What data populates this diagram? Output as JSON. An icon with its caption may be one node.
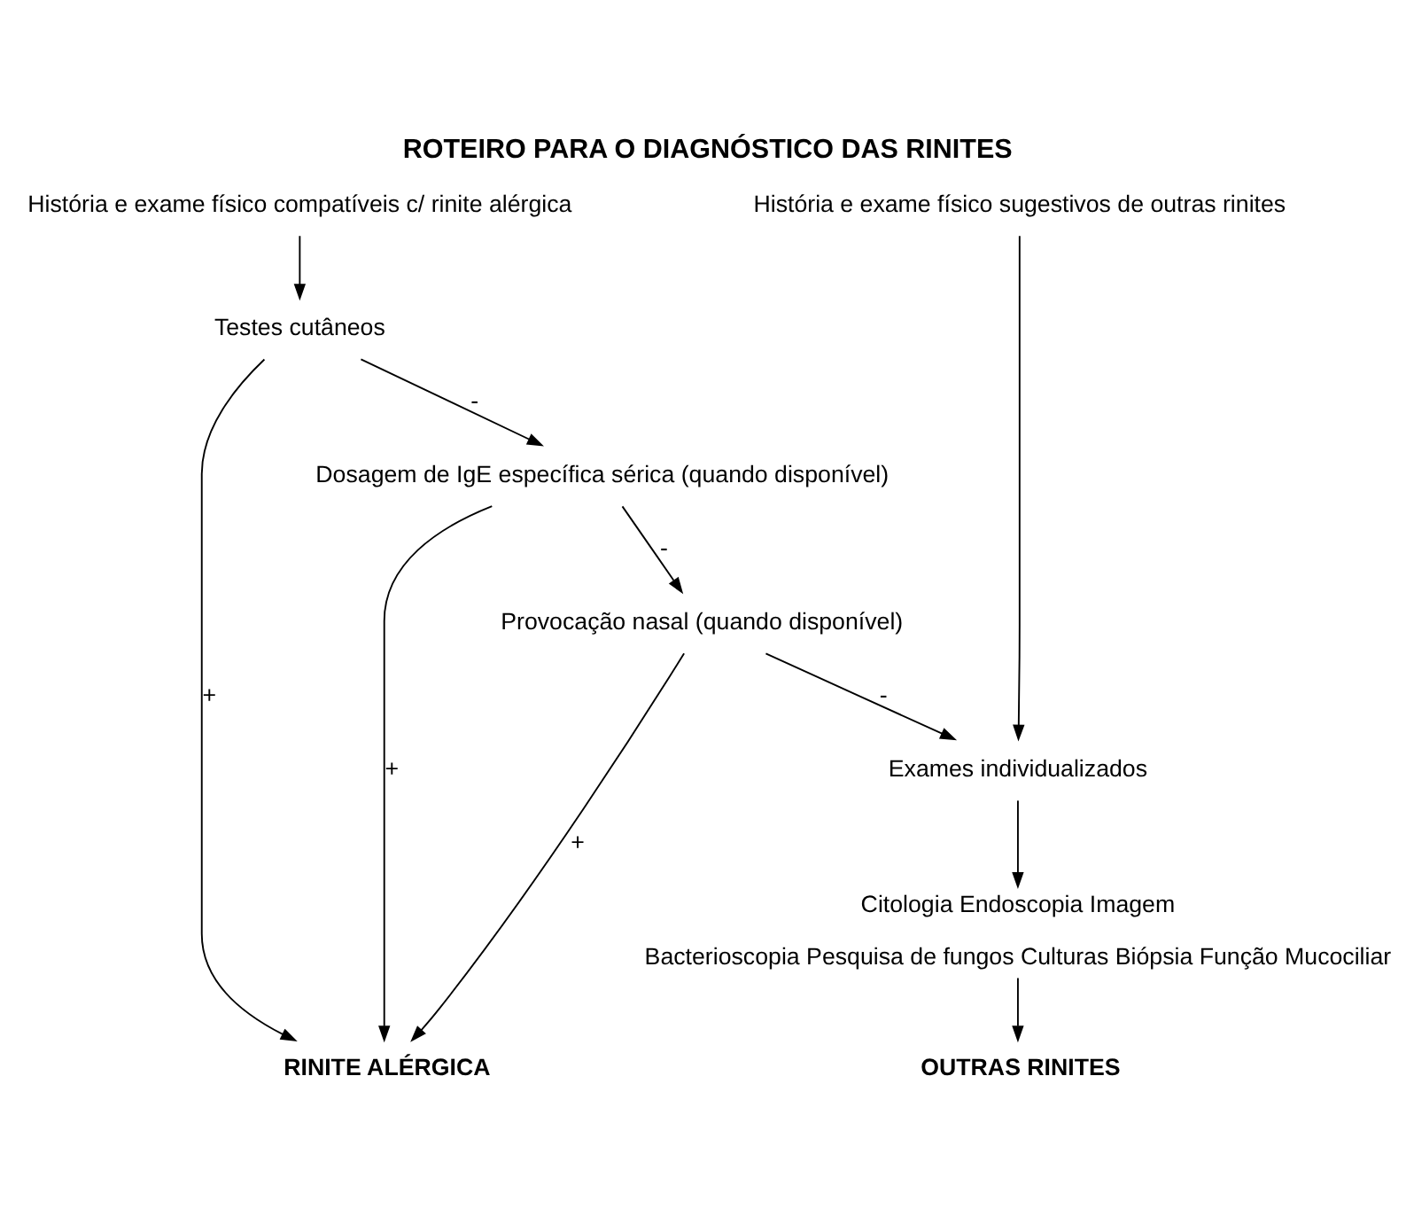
{
  "diagram": {
    "title": "ROTEIRO PARA O DIAGNÓSTICO DAS RINITES",
    "nodes": [
      {
        "text": [
          "História e exame físico compatíveis c/ rinite alérgica"
        ]
      },
      {
        "text": [
          "Testes cutâneos"
        ]
      },
      {
        "text": [
          "Dosagem de IgE específica sérica (quando disponível)"
        ]
      },
      {
        "text": [
          "Provocação nasal (quando disponível)"
        ]
      },
      {
        "text": [
          "RINITE ALÉRGICA"
        ]
      },
      {
        "text": [
          "História e exame físico sugestivos de outras rinites"
        ]
      },
      {
        "text": [
          "Exames individualizados"
        ]
      },
      {
        "text": [
          "Citologia Endoscopia Imagem",
          "Bacterioscopia Pesquisa de fungos Culturas Biópsia Função Mucociliar"
        ]
      },
      {
        "text": [
          "OUTRAS RINITES"
        ]
      }
    ],
    "edges": [
      {
        "from": 0,
        "to": 1,
        "arrow": "to"
      },
      {
        "from": 1,
        "to": 4,
        "arrow": "to",
        "label": "+"
      },
      {
        "from": 1,
        "to": 2,
        "arrow": "to",
        "label": "-"
      },
      {
        "from": 2,
        "to": 4,
        "arrow": "to",
        "label": "+"
      },
      {
        "from": 2,
        "to": 3,
        "arrow": "to",
        "label": "-"
      },
      {
        "from": 3,
        "to": 4,
        "arrow": "to",
        "label": "+"
      },
      {
        "from": 3,
        "to": 6,
        "arrow": "to",
        "label": "-"
      },
      {
        "from": 5,
        "to": 6,
        "arrow": "to"
      },
      {
        "from": 6,
        "to": 7,
        "arrow": "to"
      },
      {
        "from": 7,
        "to": 8,
        "arrow": "to"
      }
    ]
  }
}
